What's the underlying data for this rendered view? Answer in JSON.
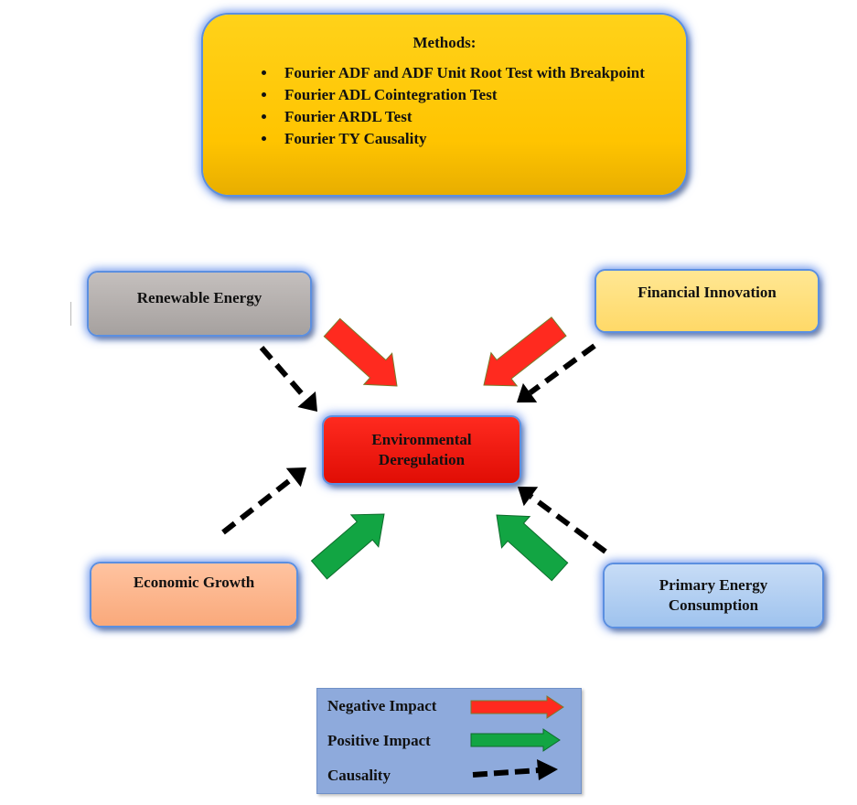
{
  "methods": {
    "title": "Methods:",
    "items": [
      "Fourier ADF and ADF Unit Root Test with Breakpoint",
      "Fourier  ADL  Cointegration Test",
      "Fourier ARDL  Test",
      "Fourier  TY Causality"
    ]
  },
  "nodes": {
    "renewable": "Renewable Energy",
    "financial": "Financial Innovation",
    "center_line1": "Environmental",
    "center_line2": "Deregulation",
    "economic": "Economic Growth",
    "primary_line1": "Primary Energy",
    "primary_line2": "Consumption"
  },
  "legend": {
    "negative": "Negative Impact",
    "positive": "Positive Impact",
    "causality": "Causality"
  },
  "colors": {
    "negative_arrow": "#ff2a1f",
    "positive_arrow": "#12a543",
    "causality_arrow": "#000000",
    "methods_box": "#ffc400",
    "center_box": "#ff1a10"
  }
}
